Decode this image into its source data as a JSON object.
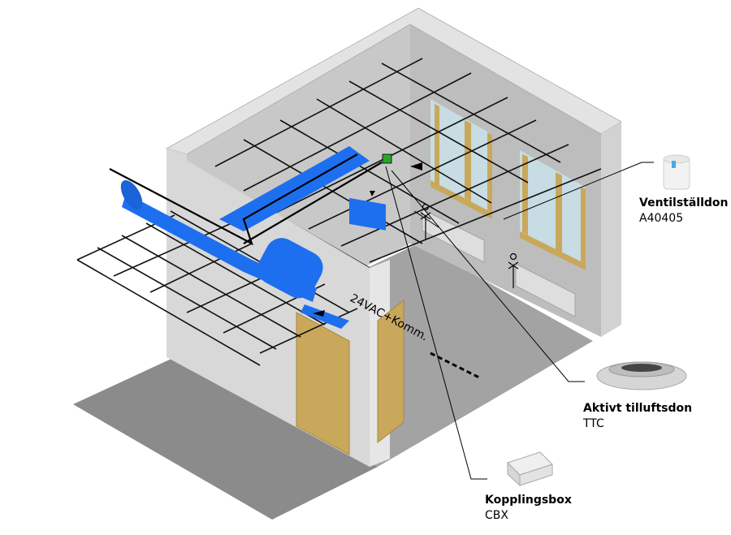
{
  "cable_label": "24VAC+Komm.",
  "products": {
    "actuator": {
      "name": "Ventilställdon",
      "code": "A40405"
    },
    "diffuser": {
      "name": "Aktivt tilluftsdon",
      "code": "TTC"
    },
    "box": {
      "name": "Kopplingsbox",
      "code": "CBX"
    }
  },
  "colors": {
    "duct": "#1e6ff0",
    "grid": "#111111",
    "wall_light": "#dcdcdc",
    "wall_inner": "#c4c4c4",
    "floor": "#8c8c8c",
    "door": "#c9a85c",
    "window_glass": "#c8dfe6"
  }
}
